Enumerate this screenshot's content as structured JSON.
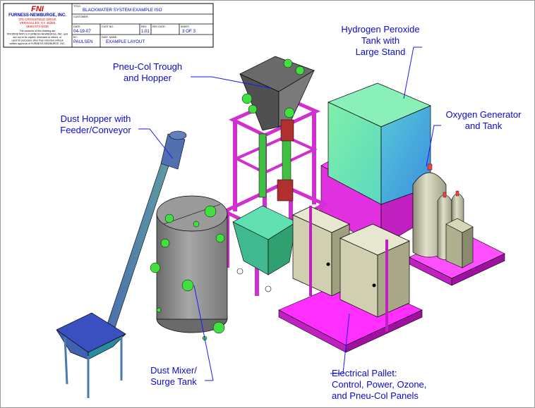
{
  "title_block": {
    "company_monogram": "FNI",
    "company_name": "FURNESS-NEWBURGE, INC.",
    "address_line1": "376 CROSSFIELD DRIVE",
    "address_line2": "VERSAILLES, KY 40383",
    "phone": "(859) 873-5338",
    "disclaimer_lines": [
      "The contents of this drawing are",
      "PROPRIETARY to FURNESS-NEWBURGE, INC. and",
      "are not to be copied, disclosed to others, or",
      "used for purposes other than intended without",
      "written approval of FURNESS-NEWBURGE, INC."
    ],
    "title_label": "TITLE:",
    "title_value": "BLACKWATER SYSTEM EXAMPLE ISO",
    "customer_label": "CUSTOMER:",
    "customer_value": "",
    "date_label": "DATE:",
    "date_value": "04-19-07",
    "cust_no_label": "CUST NO:",
    "cust_no_value": "",
    "rev_label": "REV:",
    "rev_value": "1.01",
    "rev_date_label": "REV DATE:",
    "rev_date_value": "",
    "sheet_label": "SHEET:",
    "sheet_value": "3 OF 3",
    "by_label": "BY:",
    "by_value": "PAULSEN",
    "dwg_name_label": "DWG. NAME:",
    "dwg_name_value": "EXAMPLE LAYOUT"
  },
  "callouts": {
    "hydrogen": "Hydrogen Peroxide\nTank with\nLarge Stand",
    "pneucol": "Pneu-Col Trough\nand Hopper",
    "oxygen": "Oxygen Generator\nand Tank",
    "dust_hopper": "Dust Hopper with\nFeeder/Conveyor",
    "dust_mixer": "Dust Mixer/\nSurge Tank",
    "electrical": "Electrical Pallet:\nControl, Power, Ozone,\nand Pneu-Col Panels"
  },
  "colors": {
    "callout_text": "#0a0ad0",
    "leader_line": "#1a1aff",
    "frame_magenta": "#e040e0",
    "pallet_magenta": "#ff33ff",
    "tank_gray": "#8c8c8c",
    "panel_beige": "#c8c8a0",
    "hydrogen_box_green": "#7ee8a0",
    "hydrogen_box_blue": "#4aa0e0",
    "hopper_slate": "#6070a0",
    "flange_green": "#40e040"
  }
}
